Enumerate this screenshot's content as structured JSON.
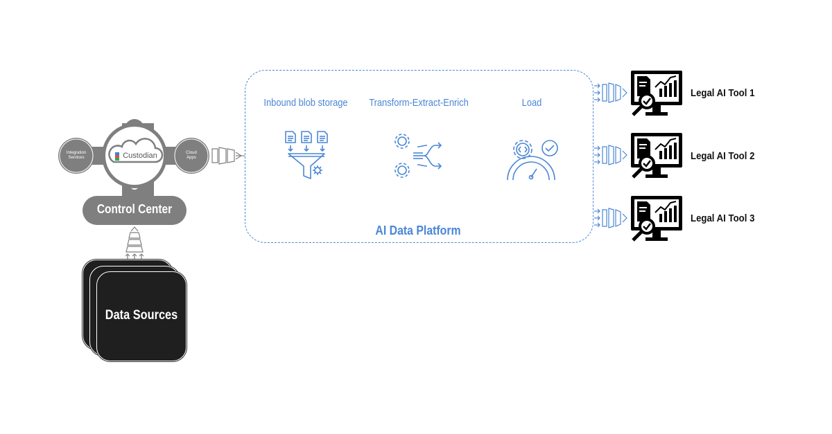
{
  "control_center": {
    "logo_text": "Custodian",
    "left_node": "Integration\nServices",
    "right_node": "Cloud\nApps",
    "label": "Control Center"
  },
  "data_sources": {
    "label": "Data Sources"
  },
  "platform": {
    "title": "AI Data Platform",
    "stages": [
      {
        "label": "Inbound blob storage",
        "icon": "funnel-documents-icon"
      },
      {
        "label": "Transform-Extract-Enrich",
        "icon": "gears-split-arrows-icon"
      },
      {
        "label": "Load",
        "icon": "gauge-code-check-icon"
      }
    ]
  },
  "tools": [
    {
      "label": "Legal AI Tool 1",
      "icon": "monitor-analytics-icon"
    },
    {
      "label": "Legal AI Tool 2",
      "icon": "monitor-analytics-icon"
    },
    {
      "label": "Legal AI Tool 3",
      "icon": "monitor-analytics-icon"
    }
  ],
  "colors": {
    "accent_blue": "#4a86d6",
    "grey": "#7f7f7f",
    "dark": "#1f1f1f"
  }
}
